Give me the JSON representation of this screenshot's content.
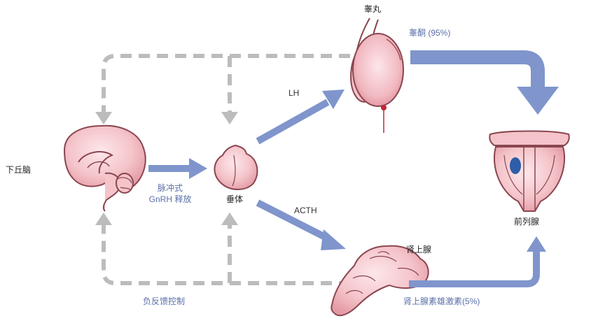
{
  "labels": {
    "hypothalamus": "下丘脑",
    "pulsatile_line1": "脉冲式",
    "pulsatile_line2": "GnRH 释放",
    "pituitary": "垂体",
    "lh": "LH",
    "acth": "ACTH",
    "testis": "睾丸",
    "testosterone": "睾酮 (95%)",
    "adrenal": "肾上腺",
    "adrenal_androgen": "肾上腺素雄激素(5%)",
    "prostate": "前列腺",
    "negative_feedback": "负反馈控制"
  },
  "colors": {
    "arrow": "#7f95cc",
    "feedback": "#bcbcbc",
    "organ_fill": "#f3c3c8",
    "organ_stroke": "#7a3b45",
    "label_blue": "#5b6fa8"
  }
}
